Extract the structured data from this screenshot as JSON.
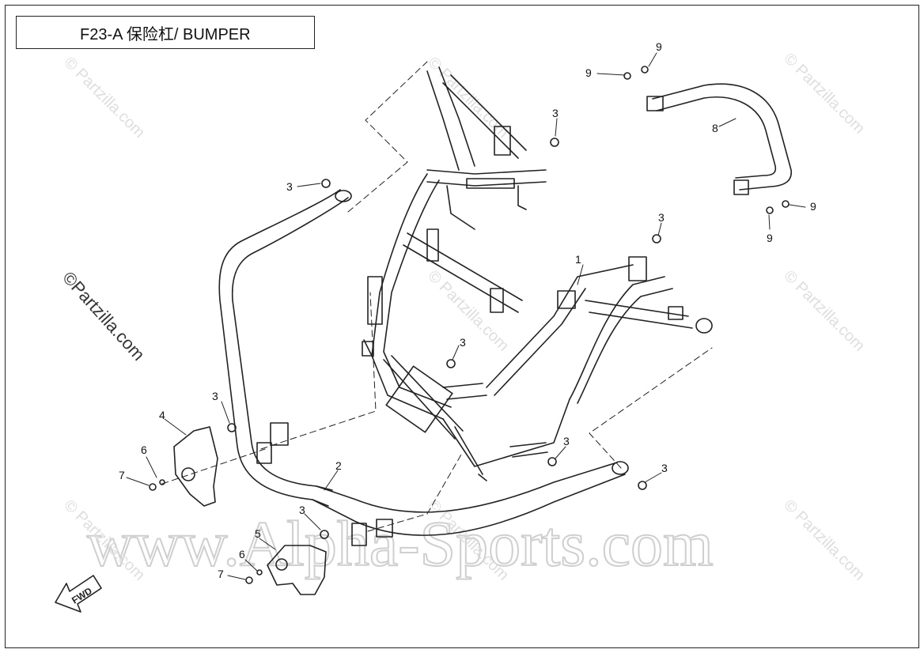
{
  "title": "F23-A 保险杠/ BUMPER",
  "watermarks": {
    "main": "www.Alpha-Sports.com",
    "side": "©Partzilla.com",
    "faint": "© Partzilla.com"
  },
  "fwd_label": "FWD",
  "callouts": {
    "c1": "1",
    "c2": "2",
    "c3a": "3",
    "c3b": "3",
    "c3c": "3",
    "c3d": "3",
    "c3e": "3",
    "c3f": "3",
    "c3g": "3",
    "c3h": "3",
    "c4": "4",
    "c5": "5",
    "c6a": "6",
    "c6b": "6",
    "c7a": "7",
    "c7b": "7",
    "c8": "8",
    "c9a": "9",
    "c9b": "9",
    "c9c": "9",
    "c9d": "9"
  },
  "colors": {
    "line": "#222222",
    "watermark": "#d6d6d6"
  }
}
